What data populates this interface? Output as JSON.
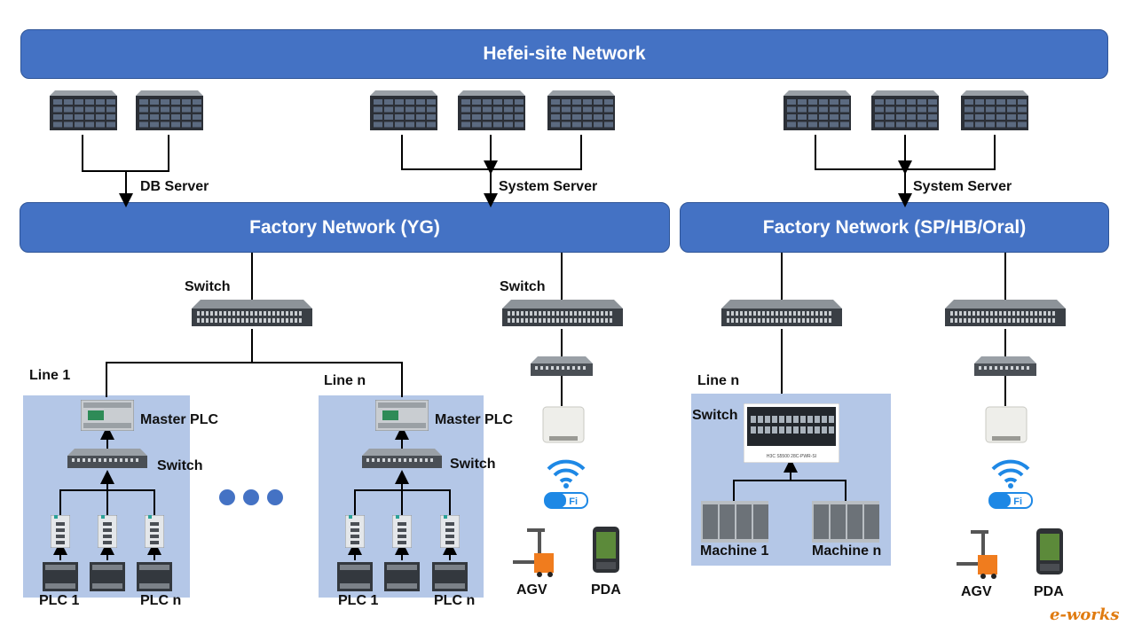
{
  "top_network": "Hefei-site Network",
  "factory_yg": "Factory Network (YG)",
  "factory_sp": "Factory Network (SP/HB/Oral)",
  "db_server": "DB Server",
  "system_server_1": "System Server",
  "system_server_2": "System Server",
  "switch_1": "Switch",
  "switch_2": "Switch",
  "switch_line1": "Switch",
  "switch_linen": "Switch",
  "switch_sp": "Switch",
  "line_1": "Line 1",
  "line_n_1": "Line n",
  "line_n_2": "Line n",
  "master_plc_1": "Master PLC",
  "master_plc_2": "Master PLC",
  "plc_1_a": "PLC 1",
  "plc_n_a": "PLC n",
  "plc_1_b": "PLC 1",
  "plc_n_b": "PLC n",
  "machine_1": "Machine 1",
  "machine_n": "Machine n",
  "agv_1": "AGV",
  "pda_1": "PDA",
  "agv_2": "AGV",
  "pda_2": "PDA",
  "wifi_1": "Wi Fi",
  "wifi_2": "Wi Fi",
  "switch_panel_text": "H3C S5500 28C-PWR-SI",
  "logo_text": "e-works",
  "colors": {
    "bar": "#4472c4",
    "region": "#b4c7e7",
    "logo": "#e07b10"
  }
}
